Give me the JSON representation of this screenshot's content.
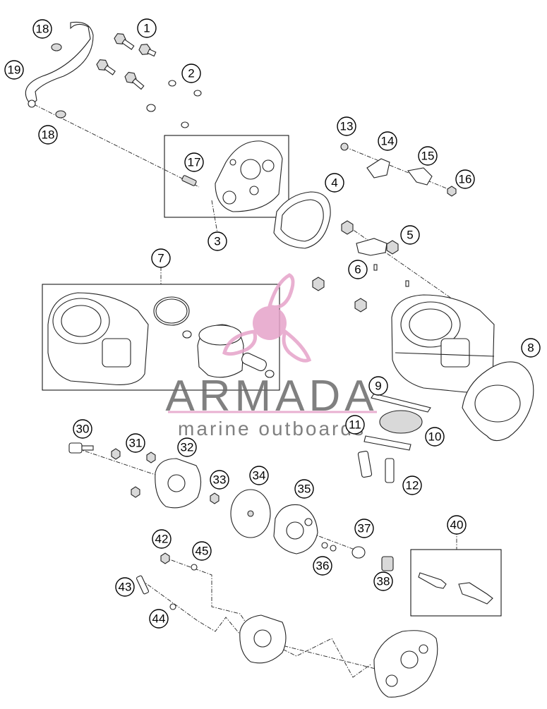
{
  "callouts": [
    "1",
    "2",
    "3",
    "4",
    "5",
    "6",
    "7",
    "8",
    "9",
    "10",
    "11",
    "12",
    "13",
    "14",
    "15",
    "16",
    "17",
    "18",
    "18",
    "19",
    "30",
    "31",
    "32",
    "33",
    "34",
    "35",
    "36",
    "37",
    "38",
    "40",
    "42",
    "43",
    "44",
    "45"
  ],
  "watermark": {
    "title": "ARMADA",
    "subtitle": "marine outboards",
    "logo_color": "#e6a3c9",
    "text_color": "#6b6b6b"
  }
}
